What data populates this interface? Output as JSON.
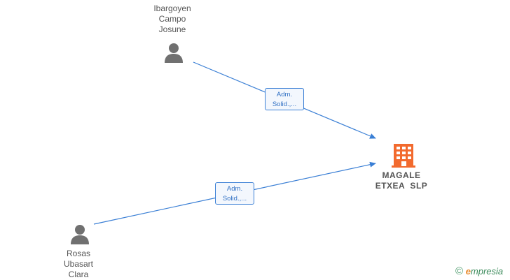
{
  "people": [
    {
      "id": "p1",
      "name_lines": [
        "Ibargoyen",
        "Campo",
        "Josune"
      ],
      "icon": "person-icon"
    },
    {
      "id": "p2",
      "name_lines": [
        "Rosas",
        "Ubasart",
        "Clara"
      ],
      "icon": "person-icon"
    }
  ],
  "company": {
    "name_lines": [
      "MAGALE",
      "ETXEA  SLP"
    ],
    "icon": "building-icon",
    "color": "#f26a2e"
  },
  "relations": [
    {
      "from": "p1",
      "label_lines": [
        "Adm.",
        "Solid.,..."
      ]
    },
    {
      "from": "p2",
      "label_lines": [
        "Adm.",
        "Solid.,..."
      ]
    }
  ],
  "colors": {
    "edge": "#3a7fd5",
    "person": "#707070",
    "text": "#555555"
  },
  "watermark": {
    "symbol": "©",
    "brand_initial": "e",
    "brand_rest": "mpresia"
  }
}
